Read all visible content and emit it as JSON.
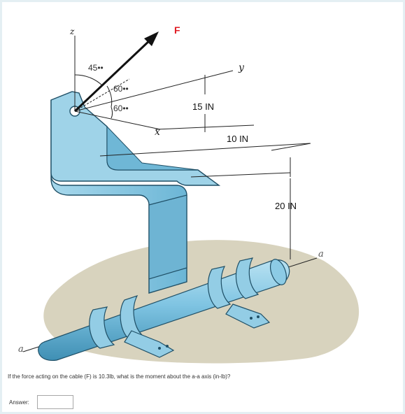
{
  "figure": {
    "force_label": "F",
    "z_label": "z",
    "y_label": "y",
    "x_label": "x",
    "angle_z": "45••",
    "angle_y": "60••",
    "angle_x": "60••",
    "dim_15": "15 IN",
    "dim_10": "10 IN",
    "dim_20": "20 IN",
    "axis_a_right": "a",
    "axis_a_left": "a",
    "colors": {
      "bracket": "#8fcbe2",
      "pipe": "#7fc4e2",
      "ground": "#d9d3bd",
      "force": "#e11c24"
    }
  },
  "question": {
    "text": "If the force acting on the cable (F) is 10.3lb, what is the moment about the a-a axis (in-lb)?",
    "answer_label": "Answer:",
    "answer_value": ""
  }
}
